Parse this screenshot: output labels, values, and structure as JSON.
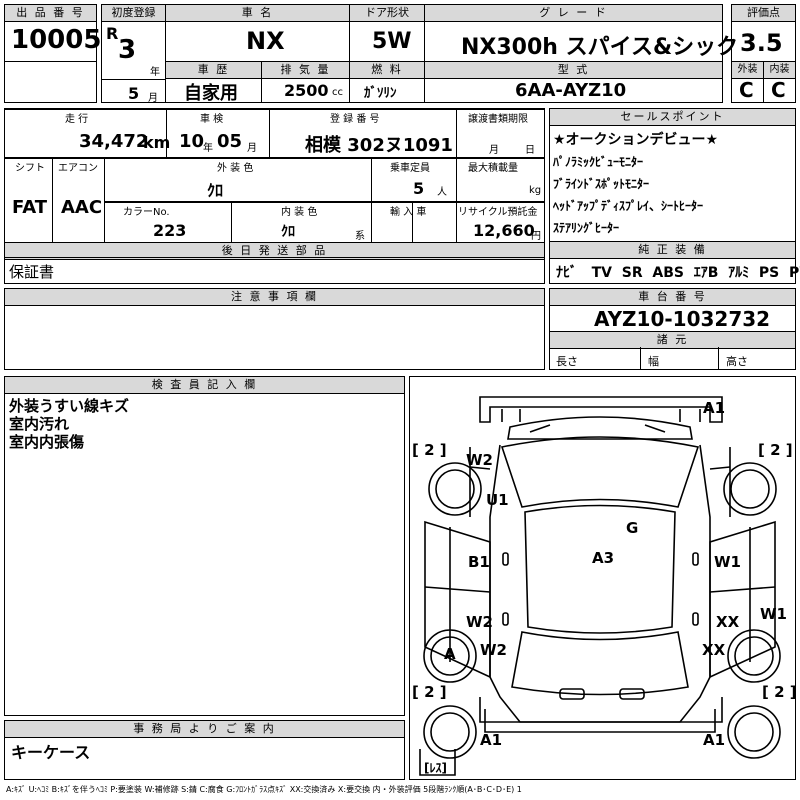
{
  "top": {
    "lot_no_label": "出 品 番 号",
    "lot_no": "10005",
    "first_reg_label": "初度登録",
    "era": "R",
    "year": "3",
    "year_unit": "年",
    "month": "5",
    "month_unit": "月",
    "car_name_label": "車 名",
    "car_name": "NX",
    "door_label": "ドア形状",
    "door": "5W",
    "grade_label": "グ レ ー ド",
    "grade": "NX300h スパイス&シック",
    "score_label": "評価点",
    "score": "3.5",
    "history_label": "車 歴",
    "history": "自家用",
    "displacement_label": "排 気 量",
    "displacement": "2500",
    "displacement_unit": "cc",
    "fuel_label": "燃 料",
    "fuel": "ｶﾞｿﾘﾝ",
    "model_label": "型 式",
    "model": "6AA-AYZ10",
    "exterior_label": "外装",
    "exterior": "C",
    "interior_label": "内装",
    "interior": "C"
  },
  "row2": {
    "mileage_label": "走 行",
    "mileage": "34,472",
    "mileage_unit": "km",
    "inspection_label": "車 検",
    "insp_year": "10",
    "insp_year_unit": "年",
    "insp_month": "05",
    "insp_month_unit": "月",
    "reg_no_label": "登 録 番 号",
    "reg_no": "相模 302ヌ1091",
    "transfer_label": "譲渡書類期限",
    "transfer_month_unit": "月",
    "transfer_day_unit": "日",
    "shift_label": "シフト",
    "shift": "FAT",
    "ac_label": "エアコン",
    "ac": "AAC",
    "color_label": "外 装 色",
    "color": "ｸﾛ",
    "capacity_label": "乗車定員",
    "capacity": "5",
    "capacity_unit": "人",
    "max_load_label": "最大積載量",
    "max_load_unit": "kg",
    "color_no_label": "カラーNo.",
    "color_no": "223",
    "int_color_label": "内 装 色",
    "int_color": "ｸﾛ",
    "int_color_unit": "系",
    "import_label": "輸 入 車",
    "recycle_label": "リサイクル預託金",
    "recycle": "12,660",
    "recycle_unit": "円"
  },
  "sales_points": {
    "label": "セールスポイント",
    "items": [
      "★オークションデビュー★",
      "ﾊﾟﾉﾗﾐｯｸﾋﾞｭｰﾓﾆﾀｰ",
      "ﾌﾞﾗｲﾝﾄﾞｽﾎﾟｯﾄﾓﾆﾀｰ",
      "ﾍｯﾄﾞｱｯﾌﾟﾃﾞｨｽﾌﾟﾚｲ、ｼｰﾄﾋｰﾀｰ",
      "ｽﾃｱﾘﾝｸﾞﾋｰﾀｰ"
    ]
  },
  "later_parts": {
    "label": "後 日 発 送 部 品",
    "value": "保証書"
  },
  "equipment": {
    "label": "純 正 装 備",
    "items": [
      "ﾅﾋﾞ",
      "TV",
      "SR",
      "ABS",
      "ｴｱB",
      "ｱﾙﾐ",
      "PS",
      "PW"
    ]
  },
  "notes": {
    "label": "注 意 事 項 欄"
  },
  "chassis": {
    "label": "車 台 番 号",
    "value": "AYZ10-1032732",
    "dims_label": "諸 元",
    "length_label": "長さ",
    "width_label": "幅",
    "height_label": "高さ"
  },
  "inspector": {
    "label": "検 査 員 記 入 欄",
    "lines": [
      "外装うすい線キズ",
      "室内汚れ",
      "室内内張傷"
    ]
  },
  "office": {
    "label": "事 務 局 よ り ご 案 内",
    "value": "キーケース"
  },
  "damage_codes": [
    "A1",
    "[ 2 ]",
    "[ 2 ]",
    "W2",
    "U1",
    "G",
    "B1",
    "A3",
    "W1",
    "W2",
    "XX",
    "W1",
    "A",
    "W2",
    "XX",
    "[ 2 ]",
    "[ 2 ]",
    "A1",
    "A1",
    "[ﾚｽ]"
  ],
  "legend": "A:ｷｽﾞ U:ﾍｺﾐ B:ｷｽﾞを伴うﾍｺﾐ P:要塗装 W:補修跡 S:錆 C:腐食 G:ﾌﾛﾝﾄｶﾞﾗｽ点ｷｽﾞ XX:交換済み X:要交換 内・外装評価 5段階ﾗﾝｸ順(A･B･C･D･E) 1"
}
